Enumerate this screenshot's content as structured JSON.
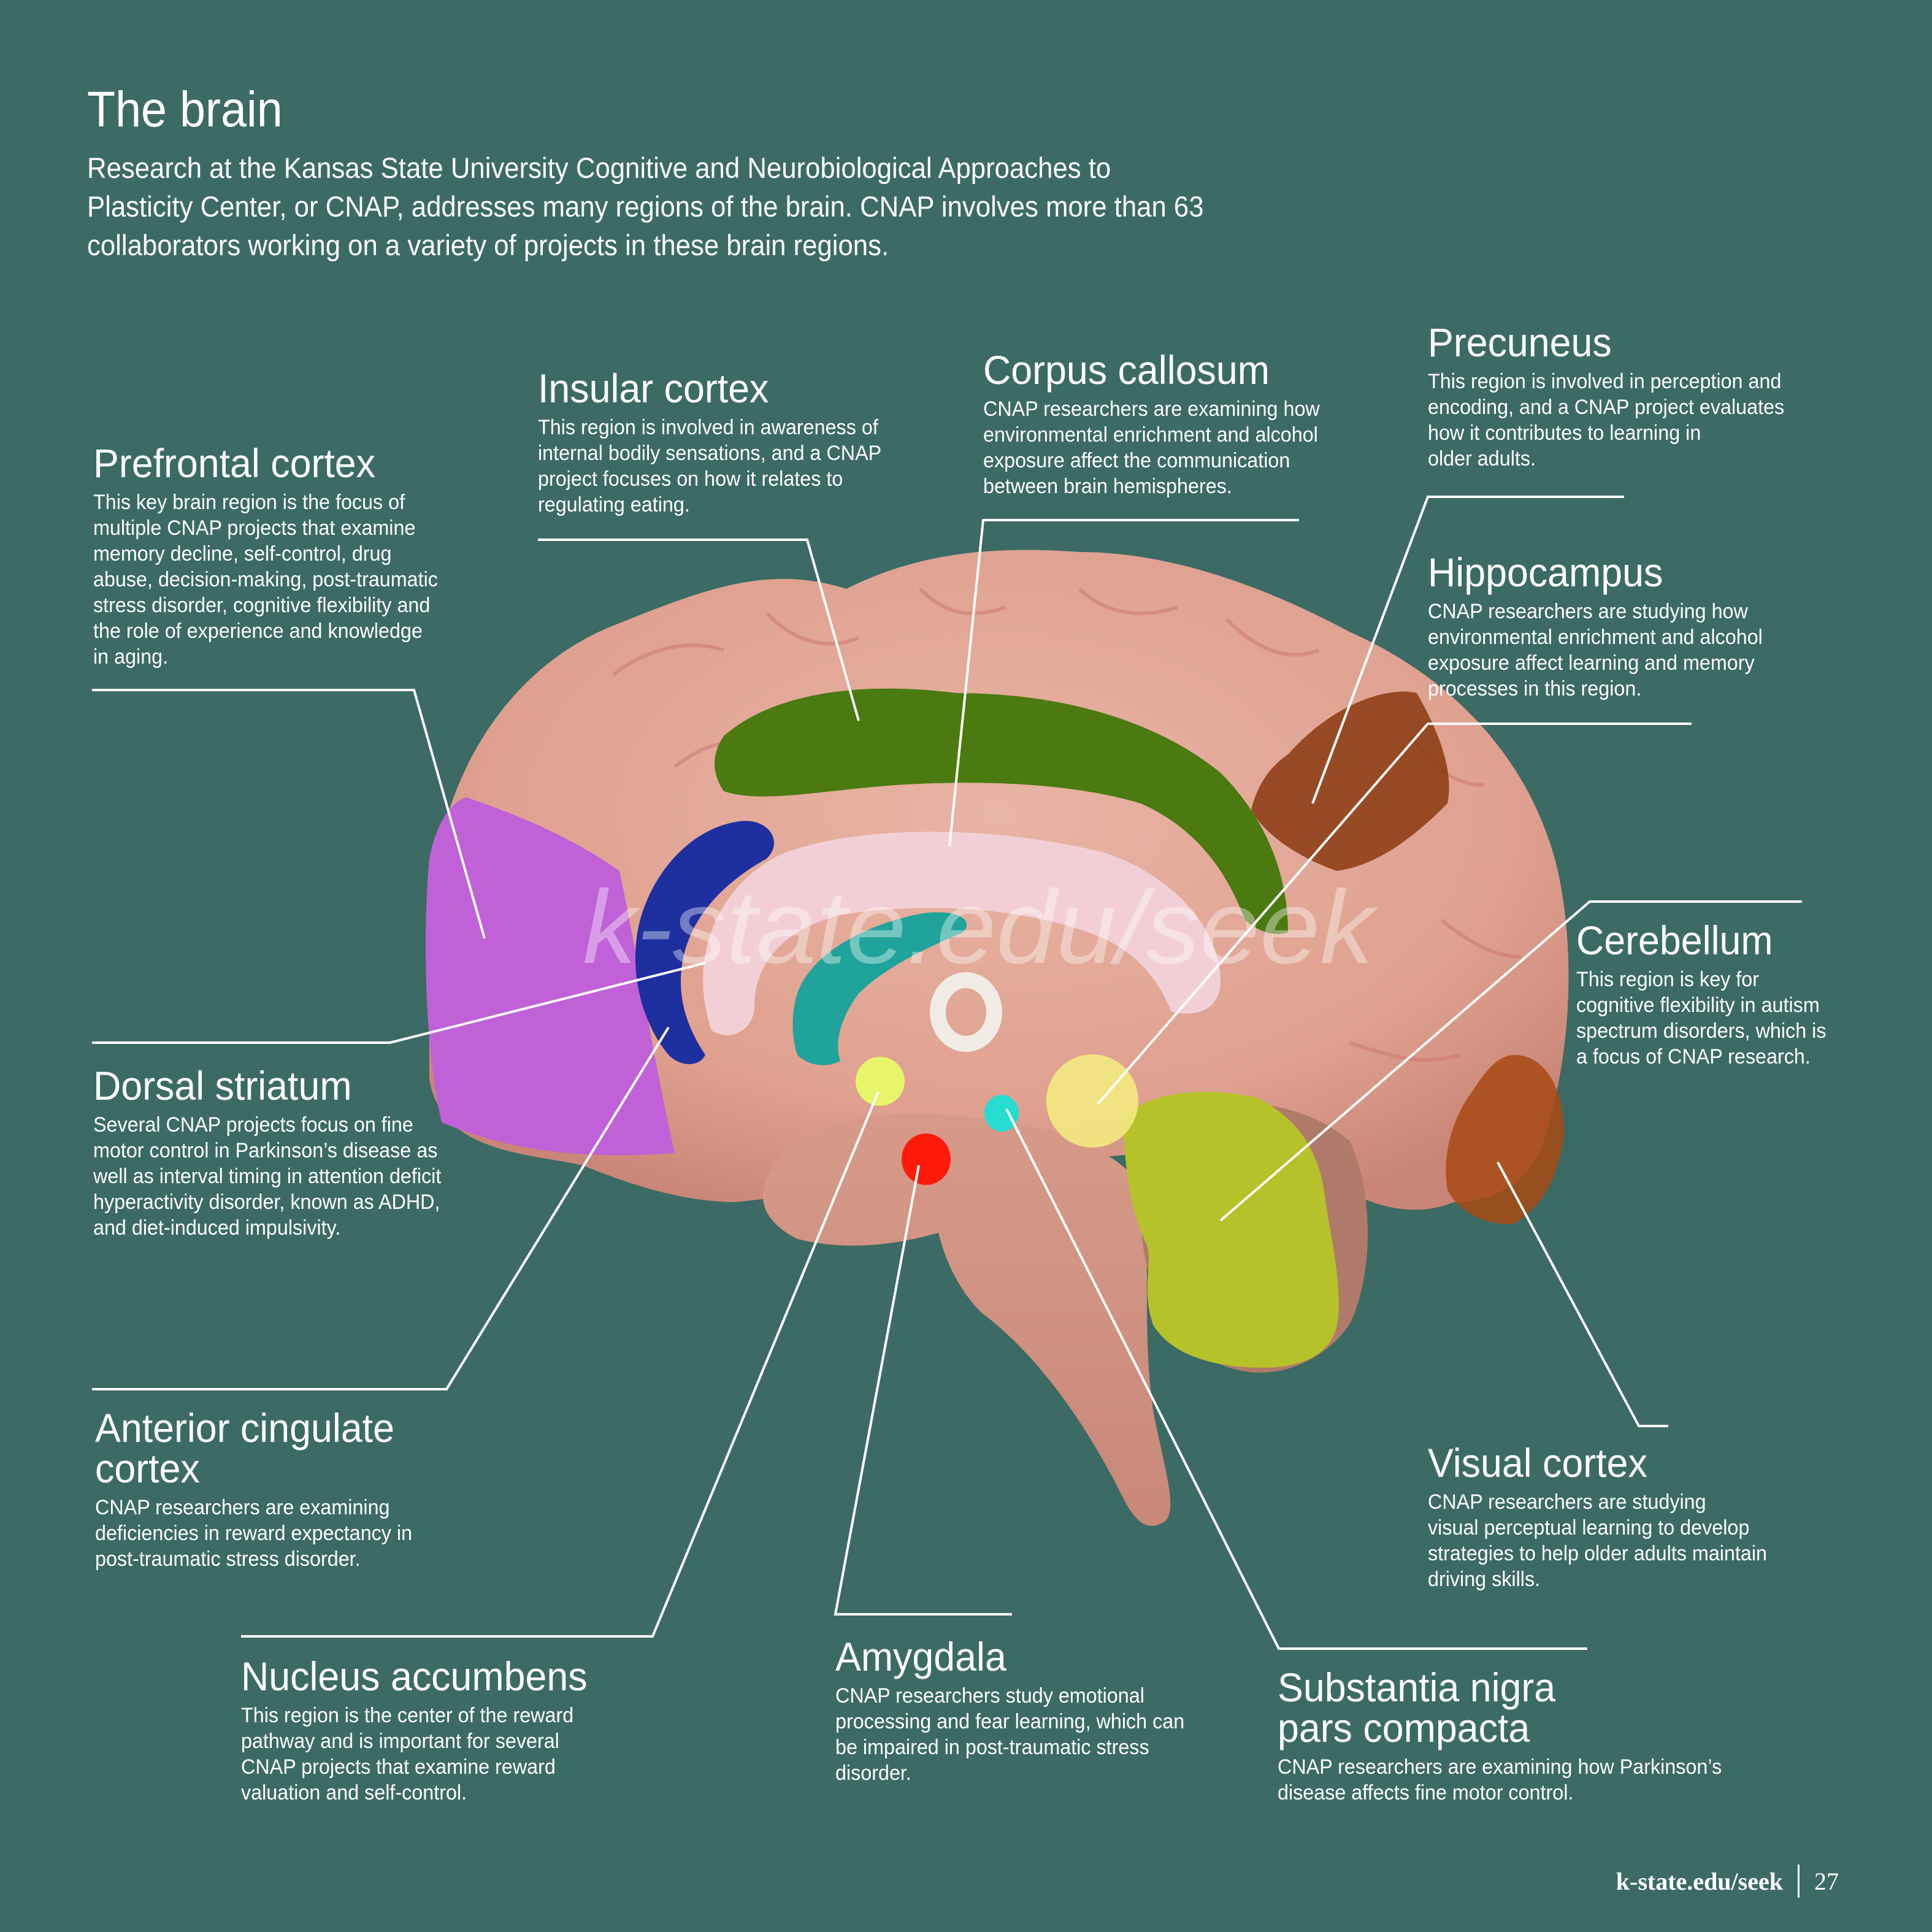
{
  "page": {
    "title": "The brain",
    "intro_lines": [
      "Research at the Kansas State University Cognitive and Neurobiological Approaches to",
      "Plasticity Center, or CNAP, addresses many regions of the brain. CNAP involves more than 63",
      "collaborators working on a variety of projects in these brain regions."
    ],
    "watermark": "k-state.edu/seek",
    "footer": {
      "url": "k-state.edu/seek",
      "page_number": "27"
    },
    "background_color": "#3b6b64"
  },
  "regions": {
    "prefrontal": {
      "title": "Prefrontal cortex",
      "body": [
        "This key brain region is the focus of",
        "multiple CNAP projects that examine",
        "memory decline, self-control, drug",
        "abuse, decision-making, post-traumatic",
        "stress disorder, cognitive flexibility and",
        "the role of experience and knowledge",
        "in aging."
      ],
      "color": "#c061d8"
    },
    "insular": {
      "title": "Insular cortex",
      "body": [
        "This region is involved in awareness of",
        "internal bodily sensations, and a CNAP",
        "project focuses on how it relates to",
        "regulating eating."
      ],
      "color": "#4a7a10"
    },
    "corpus_callosum": {
      "title": "Corpus callosum",
      "body": [
        "CNAP researchers are examining how",
        "environmental enrichment and alcohol",
        "exposure affect the communication",
        "between brain hemispheres."
      ],
      "color": "#f2cfd6"
    },
    "precuneus": {
      "title": "Precuneus",
      "body": [
        "This region is involved in perception and",
        "encoding, and a CNAP project evaluates",
        "how it contributes to learning in",
        "older adults."
      ],
      "color": "#8a3a10"
    },
    "hippocampus": {
      "title": "Hippocampus",
      "body": [
        "CNAP researchers are studying how",
        "environmental enrichment and alcohol",
        "exposure affect learning and memory",
        "processes in this region."
      ],
      "color": "#f3ea80"
    },
    "cerebellum": {
      "title": "Cerebellum",
      "body": [
        "This region is key for",
        "cognitive flexibility in autism",
        "spectrum disorders, which is",
        "a focus of CNAP research."
      ],
      "color": "#b5c22a"
    },
    "dorsal_striatum": {
      "title": "Dorsal striatum",
      "body": [
        "Several CNAP projects focus on fine",
        "motor control in Parkinson’s disease as",
        "well as interval timing in attention deficit",
        "hyperactivity disorder, known as ADHD,",
        "and diet-induced impulsivity."
      ],
      "color": "#1e2fa0"
    },
    "visual_cortex": {
      "title": "Visual cortex",
      "body": [
        "CNAP researchers are studying",
        "visual perceptual learning to develop",
        "strategies to help older adults maintain",
        "driving skills."
      ],
      "color": "#a84a14"
    },
    "anterior_cingulate": {
      "title_lines": [
        "Anterior cingulate",
        "cortex"
      ],
      "body": [
        "CNAP researchers are examining",
        "deficiencies in reward expectancy in",
        "post-traumatic stress disorder."
      ],
      "color": "#1fa39a"
    },
    "nucleus_accumbens": {
      "title": "Nucleus accumbens",
      "body": [
        "This region is the center of the reward",
        "pathway and is important for several",
        "CNAP projects that examine reward",
        "valuation and self-control."
      ],
      "color": "#e6f569"
    },
    "amygdala": {
      "title": "Amygdala",
      "body": [
        "CNAP researchers study emotional",
        "processing and fear learning, which can",
        "be impaired in post-traumatic stress",
        "disorder."
      ],
      "color": "#ff1a0a"
    },
    "substantia_nigra": {
      "title_lines": [
        "Substantia nigra",
        "pars compacta"
      ],
      "body": [
        "CNAP researchers are examining how Parkinson’s",
        "disease affects fine motor control."
      ],
      "color": "#27dcd0"
    }
  }
}
